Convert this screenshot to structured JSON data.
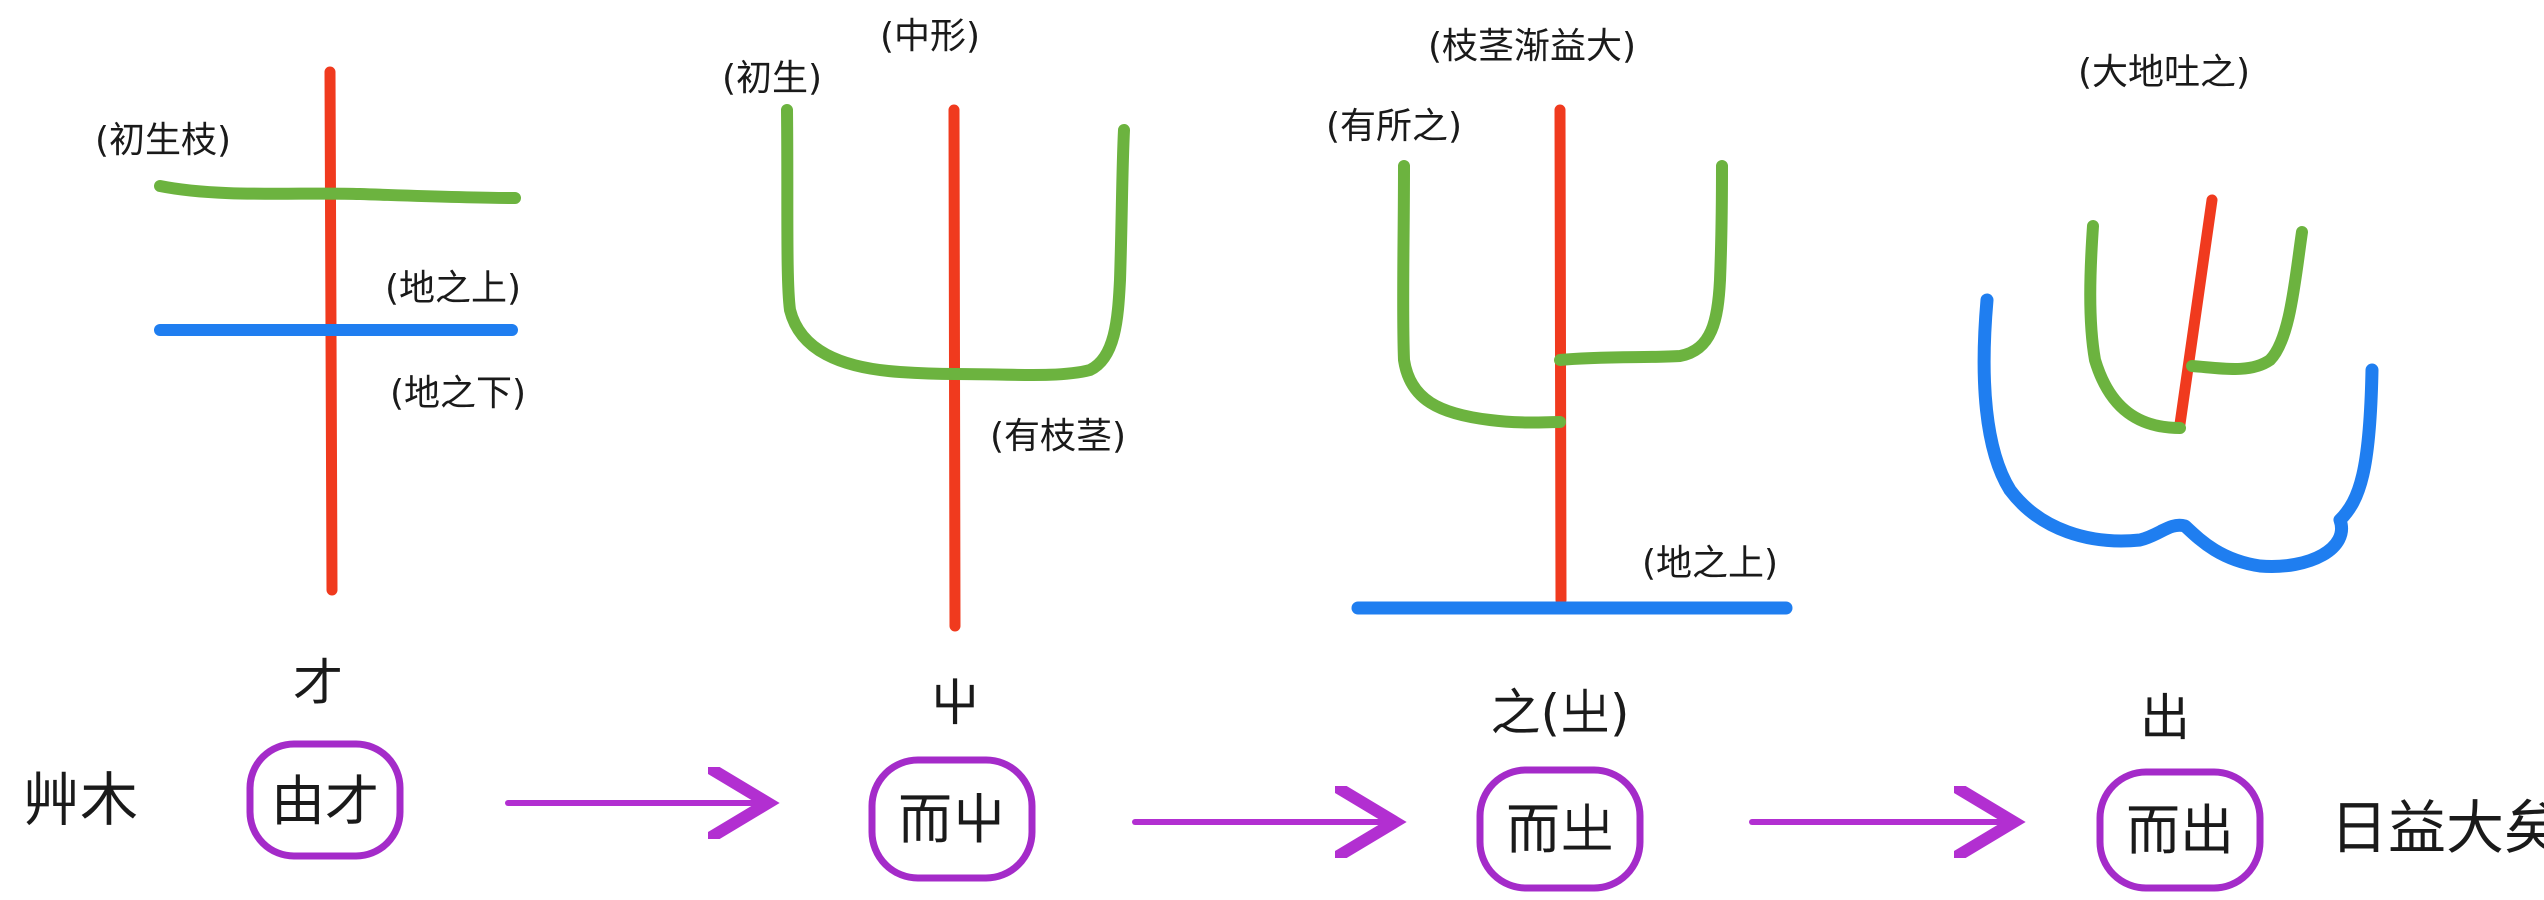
{
  "colors": {
    "stem": "#f03a1e",
    "sprout": "#6cb33f",
    "ground": "#1f7ef0",
    "arrow": "#b22fd1",
    "box": "#a42bc9",
    "ink": "#1a1a1a"
  },
  "stage1": {
    "label_sprout": "(初生枝)",
    "label_above": "(地之上)",
    "label_below": "(地之下)",
    "char": "才"
  },
  "stage2": {
    "label_top": "(中形)",
    "label_initial": "(初生)",
    "label_branch": "(有枝茎)",
    "char": "屮"
  },
  "stage3": {
    "label_top": "(枝茎渐益大)",
    "label_left": "(有所之)",
    "label_ground": "(地之上)",
    "char": "之(㞢)"
  },
  "stage4": {
    "label_top": "(大地吐之)",
    "char": "出"
  },
  "bottom": {
    "left_text": "艸木",
    "box1": "由才",
    "box2": "而屮",
    "box3": "而㞢",
    "box4": "而出",
    "right_text": "日益大矣"
  }
}
